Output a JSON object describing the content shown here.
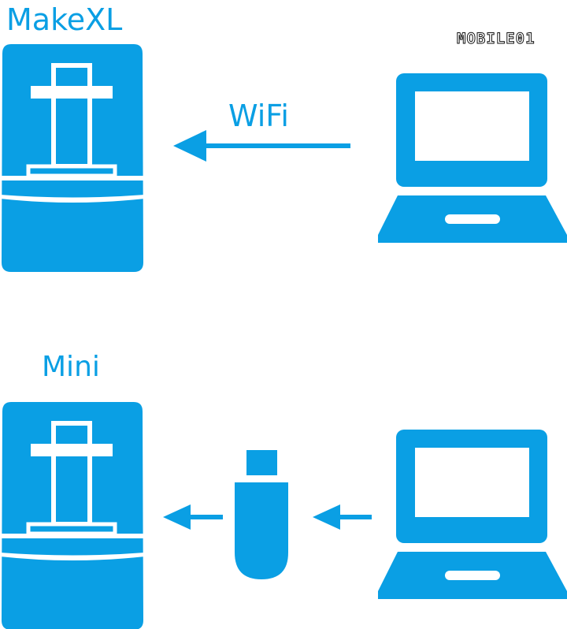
{
  "colors": {
    "accent": "#0a9fe4",
    "background": "#ffffff"
  },
  "top_section": {
    "printer_label": "MakeXL",
    "connection_label": "WiFi",
    "icons": [
      "printer-icon",
      "arrow-left-icon",
      "laptop-icon"
    ]
  },
  "bottom_section": {
    "printer_label": "Mini",
    "icons": [
      "printer-icon",
      "arrow-left-icon",
      "usb-drive-icon",
      "arrow-left-icon",
      "laptop-icon"
    ]
  },
  "watermark": {
    "text": "MOBILE01"
  }
}
